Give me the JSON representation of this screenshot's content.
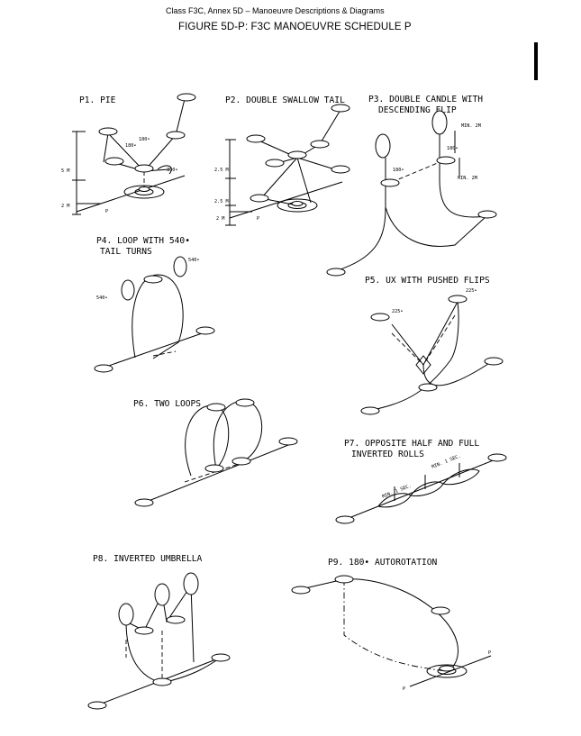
{
  "header": {
    "doc_line": "Class F3C, Annex 5D – Manoeuvre Descriptions & Diagrams",
    "figure_title": "FIGURE 5D-P: F3C MANOEUVRE SCHEDULE P"
  },
  "manoeuvres": {
    "p1": {
      "title": "P1. PIE",
      "a180a": "180•",
      "a180b": "180•",
      "a360": "360•",
      "h5": "5 M",
      "h2": "2 M",
      "p": "P"
    },
    "p2": {
      "title": "P2. DOUBLE SWALLOW TAIL",
      "h25a": "2.5 M",
      "h25b": "2.5 M",
      "h2": "2 M",
      "p": "P"
    },
    "p3": {
      "title1": "P3. DOUBLE CANDLE WITH",
      "title2": "DESCENDING FLIP",
      "min2a": "MIN. 2M",
      "a180a": "180•",
      "a180b": "180•",
      "min2b": "MIN. 2M"
    },
    "p4": {
      "title1": "P4. LOOP WITH 540•",
      "title2": "TAIL TURNS",
      "a540a": "540•",
      "a540b": "540•"
    },
    "p5": {
      "title": "P5. UX WITH PUSHED FLIPS",
      "a225a": "225•",
      "a225b": "225•"
    },
    "p6": {
      "title": "P6. TWO LOOPS"
    },
    "p7": {
      "title1": "P7. OPPOSITE HALF AND FULL",
      "title2": "INVERTED ROLLS",
      "mina": "MIN. 1 SEC.",
      "minb": "MIN. 1 SEC."
    },
    "p8": {
      "title": "P8. INVERTED UMBRELLA"
    },
    "p9": {
      "title": "P9. 180• AUTOROTATION",
      "pa": "P",
      "pb": "P"
    }
  }
}
